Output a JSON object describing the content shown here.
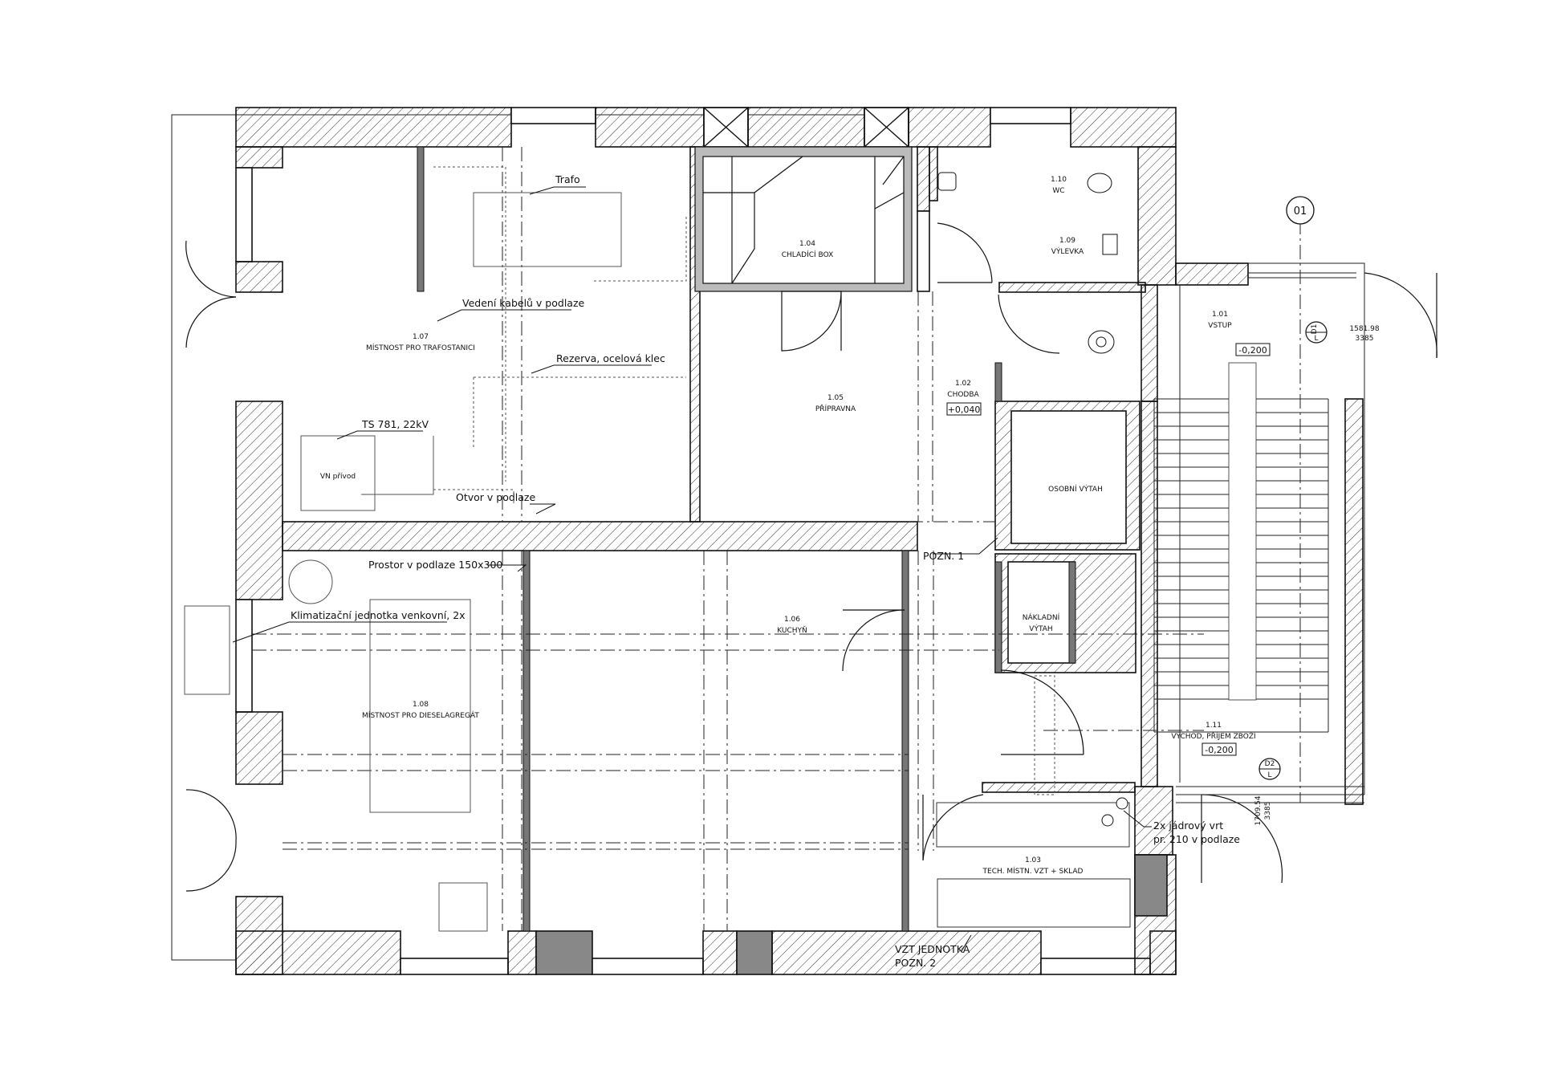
{
  "rooms": [
    {
      "id": "1.01",
      "name": "VSTUP",
      "level": "-0,200"
    },
    {
      "id": "1.02",
      "name": "CHODBA",
      "level": "+0,040"
    },
    {
      "id": "1.03",
      "name": "TECH. MÍSTN. VZT + SKLAD"
    },
    {
      "id": "1.04",
      "name": "CHLADÍCÍ BOX"
    },
    {
      "id": "1.05",
      "name": "PŘÍPRAVNA"
    },
    {
      "id": "1.06",
      "name": "KUCHYŇ"
    },
    {
      "id": "1.07",
      "name": "MÍSTNOST PRO TRAFOSTANICI"
    },
    {
      "id": "1.08",
      "name": "MÍSTNOST PRO DIESELAGREGÁT"
    },
    {
      "id": "1.09",
      "name": "VÝLEVKA"
    },
    {
      "id": "1.10",
      "name": "WC"
    },
    {
      "id": "1.11",
      "name": "VÝCHOD, PŘÍJEM ZBOŽÍ",
      "level": "-0,200"
    }
  ],
  "labels": {
    "elevator_passenger": "OSOBNÍ VÝTAH",
    "elevator_cargo_1": "NÁKLADNÍ",
    "elevator_cargo_2": "VÝTAH",
    "vn_privod": "VN přívod"
  },
  "notes": {
    "trafo": "Trafo",
    "cables": "Vedení kabelů v podlaze",
    "reserve": "Rezerva, ocelová klec",
    "ts": "TS 781, 22kV",
    "floor_opening": "Otvor v podlaze",
    "floor_space": "Prostor v podlaze 150x300",
    "ac_unit": "Klimatizační jednotka venkovní, 2x",
    "pozn1": "POZN. 1",
    "vzt_1": "VZT JEDNOTKA",
    "vzt_2": "POZN. 2",
    "core_1": "2x jádrový vrt",
    "core_2": "pr. 210 v podlaze"
  },
  "markers": {
    "axis": "01",
    "d1": "D1",
    "d1_l": "L",
    "d1_val": "1581.98",
    "d1_dim": "3385",
    "d2": "D2",
    "d2_l": "L",
    "d2_val": "1709.54",
    "d2_dim": "3385"
  }
}
